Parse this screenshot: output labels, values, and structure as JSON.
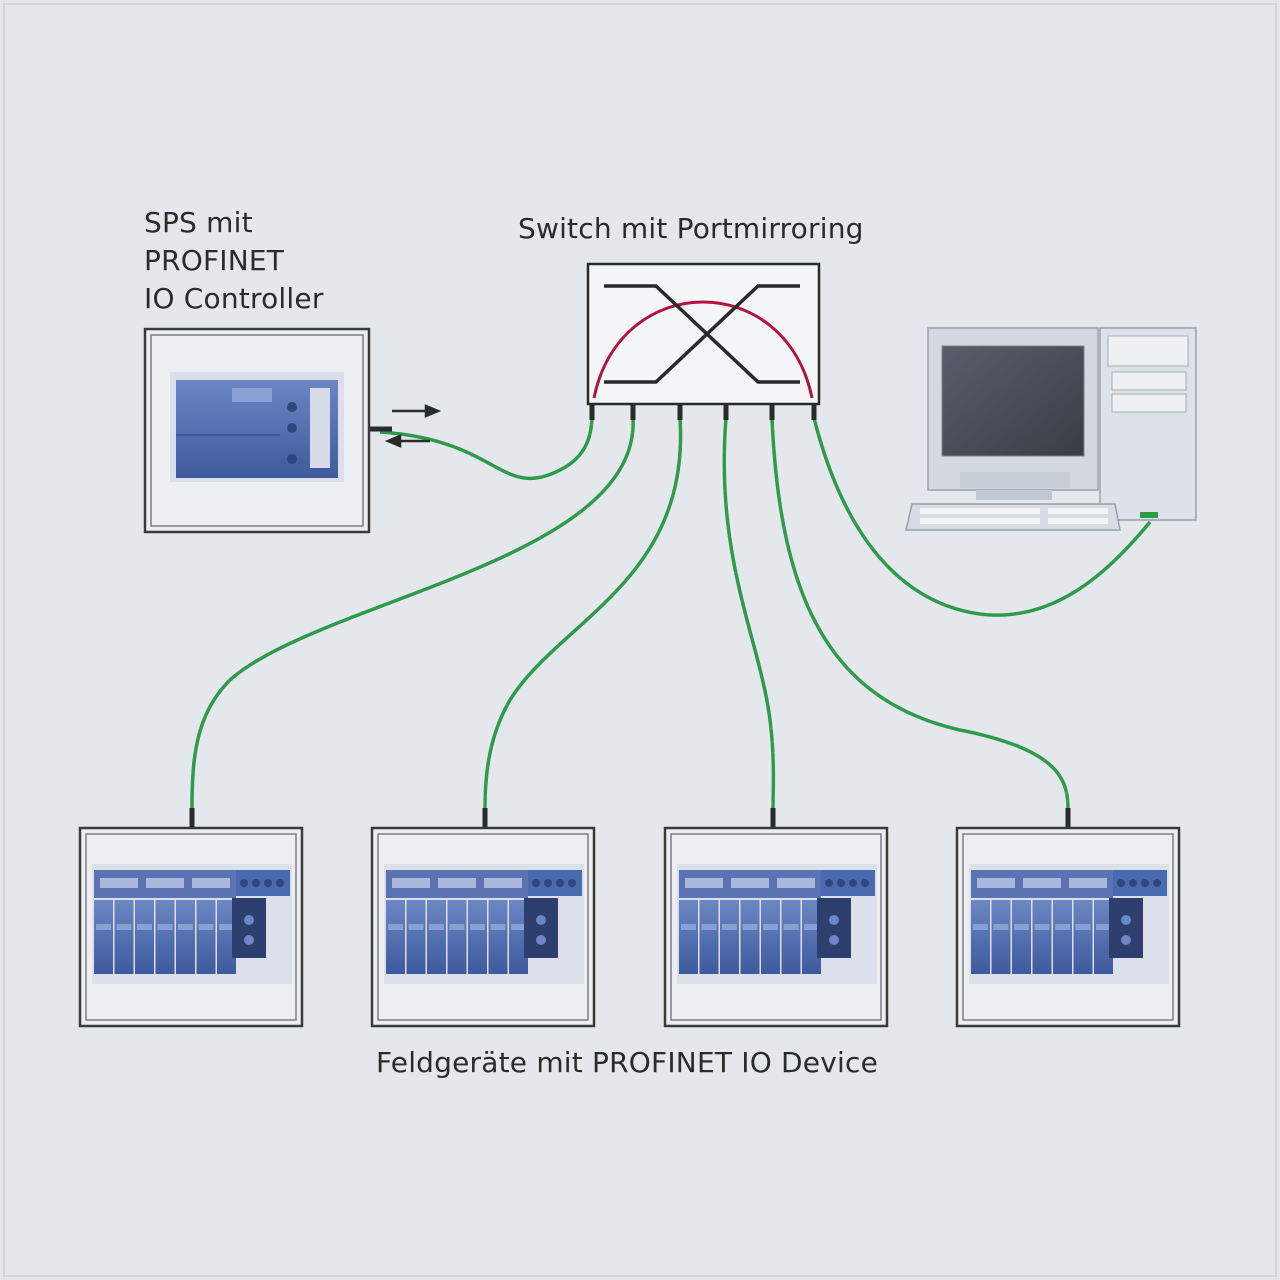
{
  "labels": {
    "controller": [
      "SPS mit",
      "PROFINET",
      "IO Controller"
    ],
    "switch": "Switch mit Portmirroring",
    "devices": "Feldgeräte mit PROFINET IO Device"
  },
  "nodes": {
    "controller": {
      "icon": "plc-icon"
    },
    "switch": {
      "icon": "switch-icon"
    },
    "pc": {
      "icon": "computer-icon"
    },
    "devices": [
      {
        "icon": "io-device-icon"
      },
      {
        "icon": "io-device-icon"
      },
      {
        "icon": "io-device-icon"
      },
      {
        "icon": "io-device-icon"
      }
    ]
  },
  "colors": {
    "background": "#e4e7eb",
    "cable": "#2f9a4a",
    "mirror_path": "#b2123e",
    "frame": "#3a3a3a",
    "module": "#4a6ab0"
  }
}
